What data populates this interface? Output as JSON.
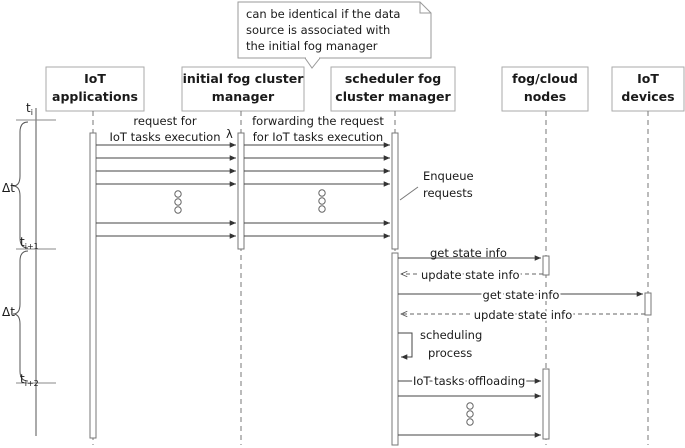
{
  "note": {
    "lines": [
      "can be identical if the data",
      "source is associated with",
      "the initial fog manager"
    ]
  },
  "participants": [
    {
      "id": "iot-applications",
      "lines": [
        "IoT",
        "applications"
      ]
    },
    {
      "id": "initial-fog-cluster-manager",
      "lines": [
        "initial fog cluster",
        "manager"
      ]
    },
    {
      "id": "scheduler-fog-cluster-manager",
      "lines": [
        "scheduler fog",
        "cluster manager"
      ]
    },
    {
      "id": "fog-cloud-nodes",
      "lines": [
        "fog/cloud",
        "nodes"
      ]
    },
    {
      "id": "iot-devices",
      "lines": [
        "IoT",
        "devices"
      ]
    }
  ],
  "time": {
    "t_i": {
      "base": "t",
      "sub": "i"
    },
    "t_i1": {
      "base": "t",
      "sub": "i+1"
    },
    "t_i2": {
      "base": "t",
      "sub": "i+2"
    },
    "delta1": "Δt",
    "delta2": "Δt"
  },
  "messages": {
    "request": [
      "request for",
      "IoT tasks execution"
    ],
    "lambda": "λ",
    "forwarding": [
      "forwarding the request",
      "for IoT tasks execution"
    ],
    "enqueue": [
      "Enqueue",
      "requests"
    ],
    "get_state_1": "get state info",
    "update_state_1": "update state info",
    "get_state_2": "get state info",
    "update_state_2": "update state info",
    "scheduling": [
      "scheduling",
      "process"
    ],
    "offloading": "IoT tasks offloading"
  }
}
